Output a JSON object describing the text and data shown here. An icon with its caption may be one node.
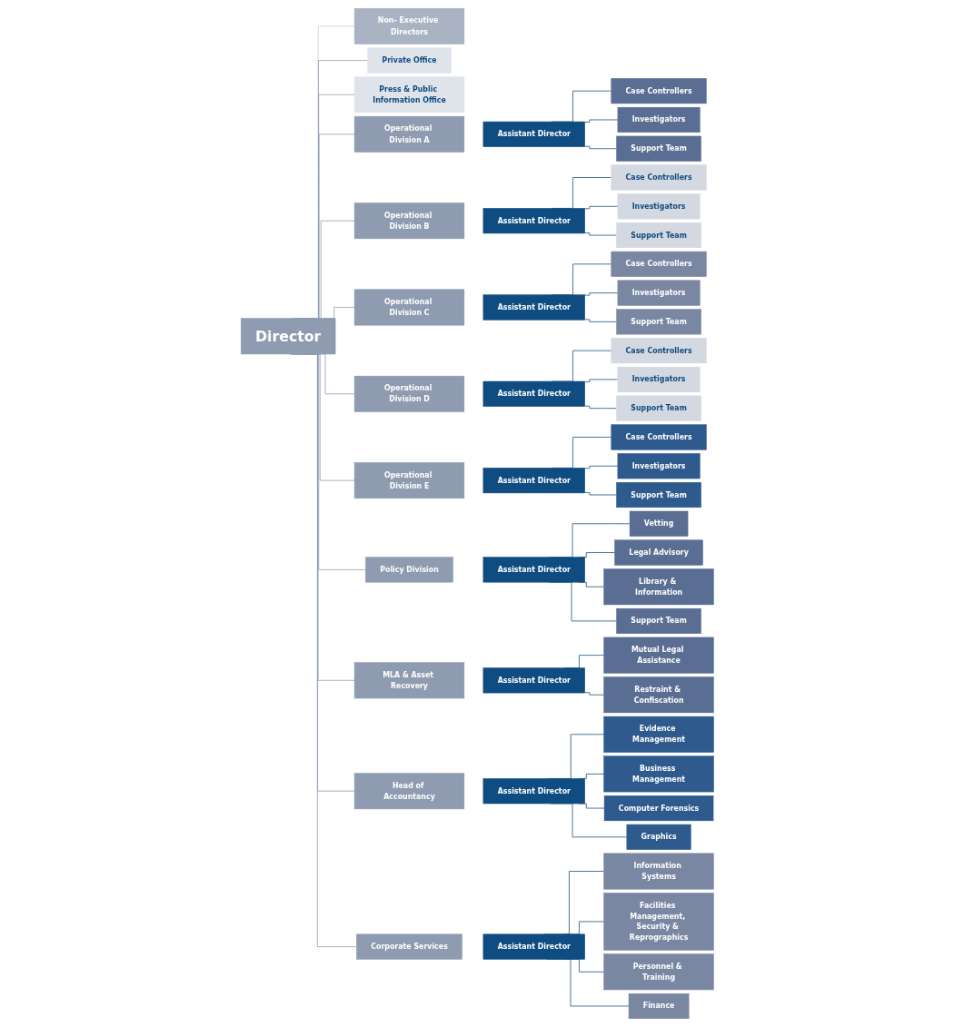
{
  "diagram": {
    "nodes": [
      {
        "text": [
          "Non- Executive Directors"
        ]
      },
      {
        "text": [
          "Director"
        ]
      },
      {
        "text": [
          "Private Office"
        ]
      },
      {
        "text": [
          "Press & Public Information Office"
        ]
      },
      {
        "text": [
          "Operational Division A"
        ]
      },
      {
        "text": [
          "Assistant Director"
        ]
      },
      {
        "text": [
          "Case Controllers"
        ]
      },
      {
        "text": [
          "Investigators"
        ]
      },
      {
        "text": [
          "Support Team"
        ]
      },
      {
        "text": [
          "Operational Division B"
        ]
      },
      {
        "text": [
          "Assistant Director"
        ]
      },
      {
        "text": [
          "Case Controllers"
        ]
      },
      {
        "text": [
          "Investigators"
        ]
      },
      {
        "text": [
          "Support Team"
        ]
      },
      {
        "text": [
          "Operational Division C"
        ]
      },
      {
        "text": [
          "Assistant Director"
        ]
      },
      {
        "text": [
          "Case Controllers"
        ]
      },
      {
        "text": [
          "Investigators"
        ]
      },
      {
        "text": [
          "Support Team"
        ]
      },
      {
        "text": [
          "Operational Division D"
        ]
      },
      {
        "text": [
          "Assistant Director"
        ]
      },
      {
        "text": [
          "Case Controllers"
        ]
      },
      {
        "text": [
          "Investigators"
        ]
      },
      {
        "text": [
          "Support Team"
        ]
      },
      {
        "text": [
          "Operational Division E"
        ]
      },
      {
        "text": [
          "Assistant Director"
        ]
      },
      {
        "text": [
          "Case Controllers"
        ]
      },
      {
        "text": [
          "Investigators"
        ]
      },
      {
        "text": [
          "Support Team"
        ]
      },
      {
        "text": [
          "Policy Division"
        ]
      },
      {
        "text": [
          "Assistant Director"
        ]
      },
      {
        "text": [
          "Vetting"
        ]
      },
      {
        "text": [
          "Legal Advisory"
        ]
      },
      {
        "text": [
          "Library & Information"
        ]
      },
      {
        "text": [
          "Support Team"
        ]
      },
      {
        "text": [
          "MLA & Asset Recovery"
        ]
      },
      {
        "text": [
          "Assistant Director"
        ]
      },
      {
        "text": [
          "Mutual Legal Assistance"
        ]
      },
      {
        "text": [
          "Restraint & Confiscation"
        ]
      },
      {
        "text": [
          "Head of Accountancy"
        ]
      },
      {
        "text": [
          "Assistant Director"
        ]
      },
      {
        "text": [
          "Evidence Management"
        ]
      },
      {
        "text": [
          "Business Management"
        ]
      },
      {
        "text": [
          "Computer Forensics"
        ]
      },
      {
        "text": [
          "Graphics"
        ]
      },
      {
        "text": [
          "Corporate Services"
        ]
      },
      {
        "text": [
          "Assistant Director"
        ]
      },
      {
        "text": [
          "Information Systems"
        ]
      },
      {
        "text": [
          "Facilities Management, Security & Reprographics"
        ]
      },
      {
        "text": [
          "Personnel & Training"
        ]
      },
      {
        "text": [
          "Finance"
        ]
      }
    ],
    "edges": [
      {
        "from": 1,
        "to": 0,
        "arrow": "none",
        "style": "dashed",
        "color": "#8e9bb0"
      },
      {
        "from": 1,
        "to": 2,
        "arrow": "none",
        "color": "#8e9bb0"
      },
      {
        "from": 1,
        "to": 3,
        "arrow": "none",
        "color": "#8e9bb0"
      },
      {
        "from": 1,
        "to": 4,
        "arrow": "none",
        "color": "#8e9bb0"
      },
      {
        "from": 1,
        "to": 9,
        "arrow": "none",
        "color": "#8e9bb0"
      },
      {
        "from": 1,
        "to": 14,
        "arrow": "none",
        "color": "#8e9bb0"
      },
      {
        "from": 1,
        "to": 19,
        "arrow": "none",
        "color": "#8e9bb0"
      },
      {
        "from": 1,
        "to": 24,
        "arrow": "none",
        "color": "#8e9bb0"
      },
      {
        "from": 1,
        "to": 29,
        "arrow": "none",
        "color": "#8e9bb0"
      },
      {
        "from": 1,
        "to": 35,
        "arrow": "none",
        "color": "#8e9bb0"
      },
      {
        "from": 1,
        "to": 39,
        "arrow": "none",
        "color": "#8e9bb0"
      },
      {
        "from": 1,
        "to": 45,
        "arrow": "none",
        "color": "#8e9bb0"
      },
      {
        "from": 5,
        "to": 6,
        "arrow": "none"
      },
      {
        "from": 5,
        "to": 7,
        "arrow": "none"
      },
      {
        "from": 5,
        "to": 8,
        "arrow": "none"
      },
      {
        "from": 10,
        "to": 11,
        "arrow": "none"
      },
      {
        "from": 10,
        "to": 12,
        "arrow": "none"
      },
      {
        "from": 10,
        "to": 13,
        "arrow": "none"
      },
      {
        "from": 15,
        "to": 16,
        "arrow": "none"
      },
      {
        "from": 15,
        "to": 17,
        "arrow": "none"
      },
      {
        "from": 15,
        "to": 18,
        "arrow": "none"
      },
      {
        "from": 20,
        "to": 21,
        "arrow": "none"
      },
      {
        "from": 20,
        "to": 22,
        "arrow": "none"
      },
      {
        "from": 20,
        "to": 23,
        "arrow": "none"
      },
      {
        "from": 25,
        "to": 26,
        "arrow": "none"
      },
      {
        "from": 25,
        "to": 27,
        "arrow": "none"
      },
      {
        "from": 25,
        "to": 28,
        "arrow": "none"
      },
      {
        "from": 30,
        "to": 31,
        "arrow": "none"
      },
      {
        "from": 30,
        "to": 32,
        "arrow": "none"
      },
      {
        "from": 30,
        "to": 33,
        "arrow": "none"
      },
      {
        "from": 30,
        "to": 34,
        "arrow": "none"
      },
      {
        "from": 36,
        "to": 37,
        "arrow": "none"
      },
      {
        "from": 36,
        "to": 38,
        "arrow": "none"
      },
      {
        "from": 40,
        "to": 41,
        "arrow": "none"
      },
      {
        "from": 40,
        "to": 42,
        "arrow": "none"
      },
      {
        "from": 40,
        "to": 43,
        "arrow": "none"
      },
      {
        "from": 40,
        "to": 44,
        "arrow": "none"
      },
      {
        "from": 46,
        "to": 47,
        "arrow": "none"
      },
      {
        "from": 46,
        "to": 48,
        "arrow": "none"
      },
      {
        "from": 46,
        "to": 49,
        "arrow": "none"
      },
      {
        "from": 46,
        "to": 50,
        "arrow": "none"
      }
    ]
  }
}
